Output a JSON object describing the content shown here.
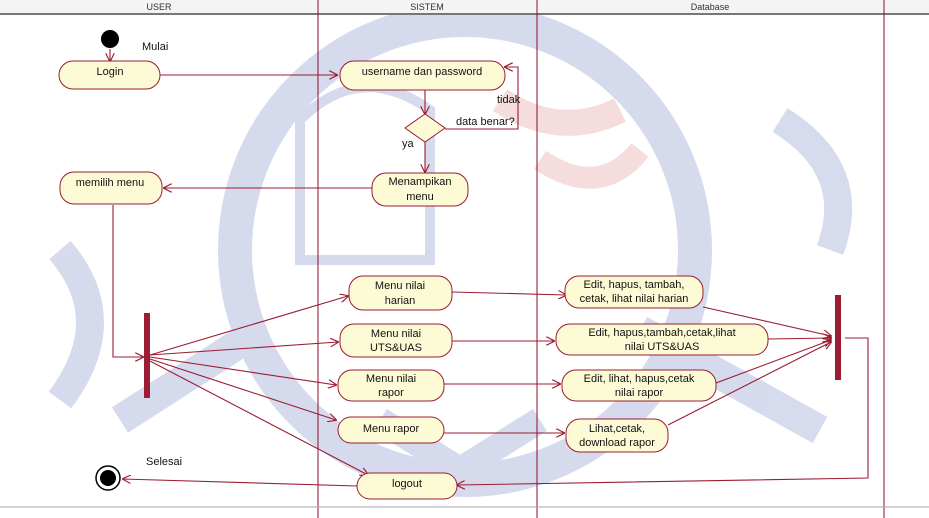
{
  "colors": {
    "edge": "#9b1c33",
    "node_fill": "#fdfbd6",
    "node_stroke": "#9b1c33",
    "lane_line": "#8a0f2a",
    "bar": "#9b1c33",
    "watermark_blue": "#b6bde0",
    "watermark_red": "#f0c2c2"
  },
  "lanes": {
    "user": "USER",
    "sistem": "SISTEM",
    "database": "Database"
  },
  "start_label": "Mulai",
  "end_label": "Selesai",
  "nodes": {
    "login": "Login",
    "userpass": "username dan password",
    "memilih_line1": "memilih menu",
    "menampilkan_line1": "Menampikan",
    "menampilkan_line2": "menu",
    "harian_line1": "Menu nilai",
    "harian_line2": "harian",
    "uts_line1": "Menu nilai",
    "uts_line2": "UTS&UAS",
    "rapor_line1": "Menu nilai",
    "rapor_line2": "rapor",
    "menurapor": "Menu rapor",
    "logout": "logout",
    "db_harian_line1": "Edit, hapus, tambah,",
    "db_harian_line2": "cetak, lihat nilai harian",
    "db_uts_line1": "Edit, hapus,tambah,cetak,lihat",
    "db_uts_line2": "nilai UTS&UAS",
    "db_rapor_line1": "Edit, lihat, hapus,cetak",
    "db_rapor_line2": "nilai rapor",
    "db_lihat_line1": "Lihat,cetak,",
    "db_lihat_line2": "download rapor"
  },
  "decision": {
    "question": "data benar?",
    "yes": "ya",
    "no": "tidak"
  }
}
